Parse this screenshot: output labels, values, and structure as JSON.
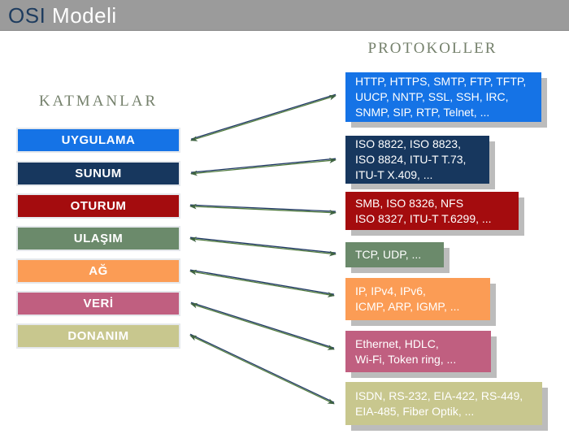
{
  "header": {
    "title_accent": "OSI",
    "title_rest": "Modeli"
  },
  "colors": {
    "header_bg": "#9b9b9b",
    "title_accent": "#1e3c5f",
    "title_rest": "#ffffff",
    "heading_text": "#75816c",
    "box_shadow": "#bcbcbc",
    "connector_navy": "#1f3864",
    "connector_green": "#4f7a3d",
    "arrow_fill": "#3f6342"
  },
  "layers_panel": {
    "heading": "KATMANLAR",
    "layers": [
      {
        "label": "UYGULAMA",
        "color": "#1573e6"
      },
      {
        "label": "SUNUM",
        "color": "#17375e"
      },
      {
        "label": "OTURUM",
        "color": "#a40c0e"
      },
      {
        "label": "ULAŞIM",
        "color": "#6b8a6b"
      },
      {
        "label": "AĞ",
        "color": "#fb9c55"
      },
      {
        "label": "VERİ",
        "color": "#c05f80"
      },
      {
        "label": "DONANIM",
        "color": "#c8c78e"
      }
    ]
  },
  "protocols_panel": {
    "heading": "PROTOKOLLER",
    "boxes": [
      {
        "color": "#1573e6",
        "lines": [
          "HTTP, HTTPS, SMTP, FTP, TFTP,",
          "UUCP, NNTP, SSL, SSH, IRC,",
          "SNMP, SIP, RTP, Telnet, ..."
        ]
      },
      {
        "color": "#17375e",
        "lines": [
          "ISO 8822, ISO 8823,",
          "ISO 8824, ITU-T T.73,",
          "ITU-T X.409, ..."
        ]
      },
      {
        "color": "#a40c0e",
        "lines": [
          "SMB, ISO 8326, NFS",
          "ISO 8327, ITU-T T.6299, ..."
        ]
      },
      {
        "color": "#6b8a6b",
        "lines": [
          "TCP, UDP, ..."
        ]
      },
      {
        "color": "#fb9c55",
        "lines": [
          "IP, IPv4, IPv6,",
          "ICMP, ARP, IGMP, ..."
        ]
      },
      {
        "color": "#c05f80",
        "lines": [
          "Ethernet, HDLC,",
          "Wi-Fi, Token ring, ..."
        ]
      },
      {
        "color": "#c8c78e",
        "lines": [
          "ISDN, RS-232, EIA-422, RS-449,",
          "EIA-485, Fiber Optik, ..."
        ]
      }
    ]
  }
}
